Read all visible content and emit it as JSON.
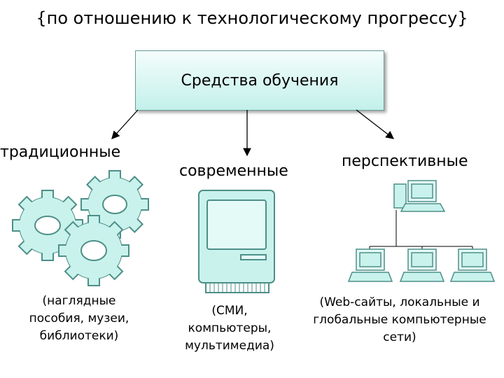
{
  "title": "{по отношению к технологическому прогрессу}",
  "root": {
    "label": "Средства обучения"
  },
  "branches": [
    {
      "label": "традиционные",
      "desc": [
        "(наглядные",
        "пособия, музеи,",
        "библиотеки)"
      ],
      "icon": "gears-icon"
    },
    {
      "label": "современные",
      "desc": [
        "(СМИ,",
        "компьютеры,",
        "мультимедиа)"
      ],
      "icon": "computer-icon"
    },
    {
      "label": "перспективные",
      "desc": [
        "(Web-сайты, локальные и",
        "глобальные компьютерные",
        "сети)"
      ],
      "icon": "network-icon"
    }
  ],
  "colors": {
    "box_fill": "#c3f0ea",
    "icon_fill": "#c9f2ec",
    "icon_stroke": "#4d8f88"
  }
}
